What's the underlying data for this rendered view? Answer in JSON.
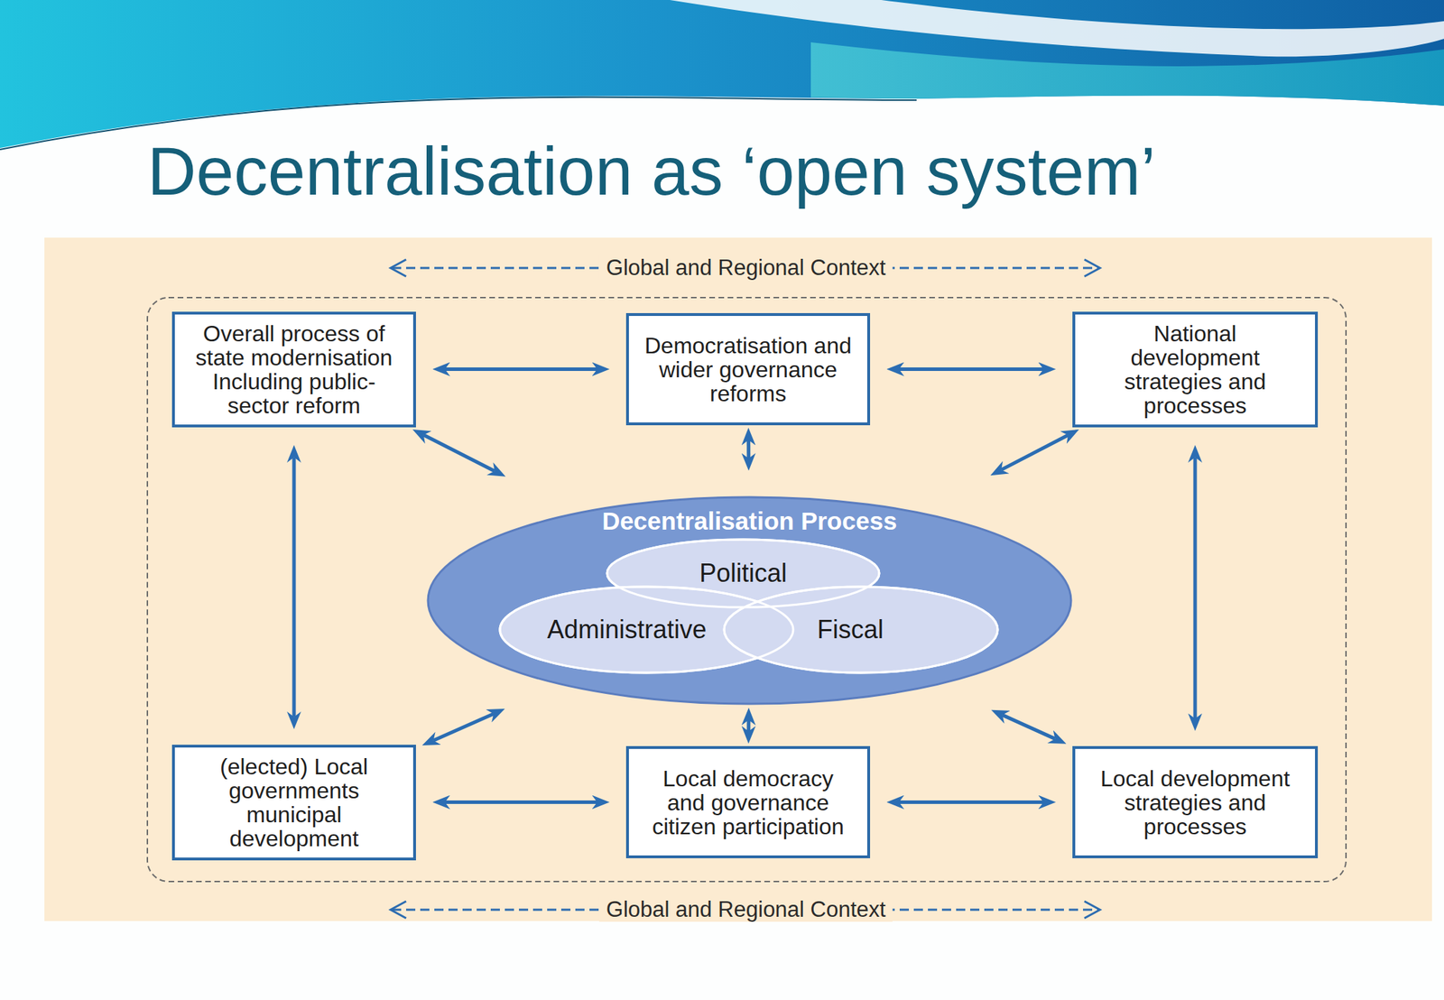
{
  "diagram": {
    "title": "Decentralisation as ‘open system’",
    "nodes": [
      {
        "text": [
          "Overall process of state modernisation Including public-sector reform"
        ]
      },
      {
        "text": [
          "Democratisation and wider governance reforms"
        ]
      },
      {
        "text": [
          "National development strategies and processes"
        ]
      },
      {
        "text": [
          "Decentralisation Process"
        ]
      },
      {
        "text": [
          "Political"
        ],
        "in": 3
      },
      {
        "text": [
          "Administrative"
        ],
        "in": 3
      },
      {
        "text": [
          "Fiscal"
        ],
        "in": 3
      },
      {
        "text": [
          "(elected) Local governments municipal development"
        ]
      },
      {
        "text": [
          "Local democracy and governance citizen participation"
        ]
      },
      {
        "text": [
          "Local development strategies and processes"
        ]
      }
    ],
    "edges": [
      {
        "from": 0,
        "to": 1,
        "arrow": "both"
      },
      {
        "from": 1,
        "to": 2,
        "arrow": "both"
      },
      {
        "from": 0,
        "to": 7,
        "arrow": "both"
      },
      {
        "from": 2,
        "to": 9,
        "arrow": "both"
      },
      {
        "from": 0,
        "to": 3,
        "arrow": "both"
      },
      {
        "from": 1,
        "to": 3,
        "arrow": "both"
      },
      {
        "from": 2,
        "to": 3,
        "arrow": "both"
      },
      {
        "from": 7,
        "to": 3,
        "arrow": "both"
      },
      {
        "from": 8,
        "to": 3,
        "arrow": "both"
      },
      {
        "from": 9,
        "to": 3,
        "arrow": "both"
      },
      {
        "from": 7,
        "to": 8,
        "arrow": "both"
      },
      {
        "from": 8,
        "to": 9,
        "arrow": "both"
      }
    ],
    "labels": [
      "Global and Regional Context",
      "Global and Regional Context"
    ]
  }
}
